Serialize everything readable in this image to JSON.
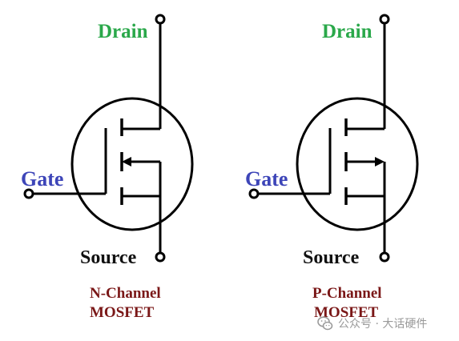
{
  "colors": {
    "drain": "#2aa84a",
    "gate": "#3d45b8",
    "source": "#111111",
    "caption": "#7a1717",
    "wire": "#000000",
    "watermark": "#9a9a9a"
  },
  "diagrams": [
    {
      "drain_label": "Drain",
      "gate_label": "Gate",
      "source_label": "Source",
      "caption_line1": "N-Channel",
      "caption_line2": "MOSFET",
      "arrow_direction": "inward"
    },
    {
      "drain_label": "Drain",
      "gate_label": "Gate",
      "source_label": "Source",
      "caption_line1": "P-Channel",
      "caption_line2": "MOSFET",
      "arrow_direction": "outward"
    }
  ],
  "watermark": {
    "icon": "wechat-icon",
    "text": "公众号 · 大话硬件"
  }
}
